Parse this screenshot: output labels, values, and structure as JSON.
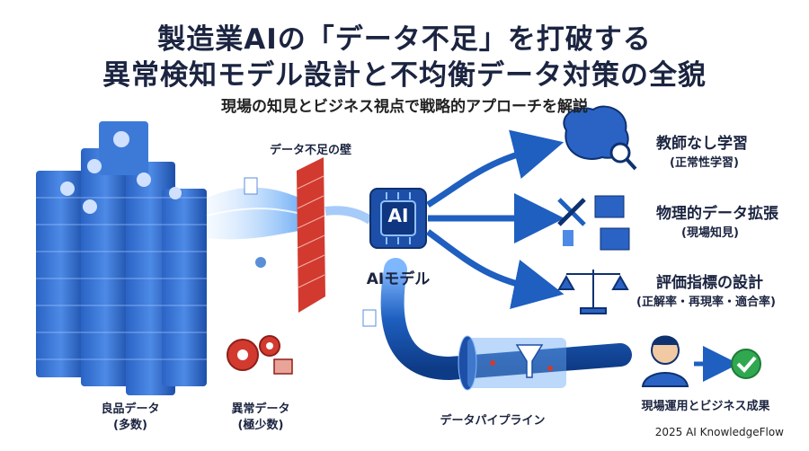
{
  "title": {
    "line1": "製造業AIの「データ不足」を打破する",
    "line2": "異常検知モデル設計と不均衡データ対策の全貌"
  },
  "subtitle": "現場の知見とビジネス視点で戦略的アプローチを解説",
  "left": {
    "good_data": "良品データ",
    "good_data_note": "(多数)",
    "anomaly_data": "異常データ",
    "anomaly_data_note": "(極少数)"
  },
  "wall_label": "データ不足の壁",
  "chip_text": "AI",
  "model_label": "AIモデル",
  "strategies": [
    {
      "title": "教師なし学習",
      "note": "(正常性学習)",
      "icon": "brain-magnifier-icon"
    },
    {
      "title": "物理的データ拡張",
      "note": "(現場知見)",
      "icon": "tools-image-icon"
    },
    {
      "title": "評価指標の設計",
      "note": "(正解率・再現率・適合率)",
      "icon": "scale-icon"
    }
  ],
  "pipeline_label": "データパイプライン",
  "outcome_label": "現場運用とビジネス成果",
  "footer": "2025 AI KnowledgeFlow",
  "colors": {
    "primary": "#1f5fbf",
    "dark": "#1b2440",
    "accent_red": "#d23a2f",
    "success": "#2fa84f"
  }
}
